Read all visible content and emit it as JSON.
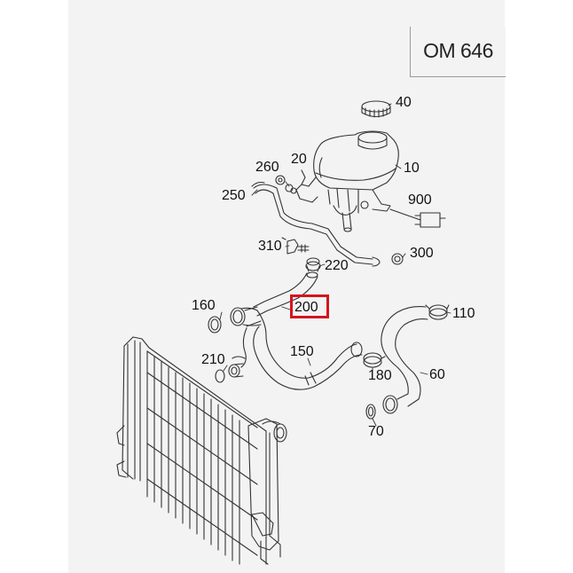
{
  "engine_badge": "OM 646",
  "highlight": {
    "part": "200",
    "color": "#d4151d"
  },
  "callouts": [
    {
      "id": "40",
      "text": "40"
    },
    {
      "id": "10",
      "text": "10"
    },
    {
      "id": "20",
      "text": "20"
    },
    {
      "id": "260",
      "text": "260"
    },
    {
      "id": "250",
      "text": "250"
    },
    {
      "id": "900",
      "text": "900"
    },
    {
      "id": "310",
      "text": "310"
    },
    {
      "id": "220",
      "text": "220"
    },
    {
      "id": "300",
      "text": "300"
    },
    {
      "id": "160",
      "text": "160"
    },
    {
      "id": "200",
      "text": "200"
    },
    {
      "id": "110",
      "text": "110"
    },
    {
      "id": "210",
      "text": "210"
    },
    {
      "id": "150",
      "text": "150"
    },
    {
      "id": "180",
      "text": "180"
    },
    {
      "id": "60",
      "text": "60"
    },
    {
      "id": "70",
      "text": "70"
    }
  ]
}
